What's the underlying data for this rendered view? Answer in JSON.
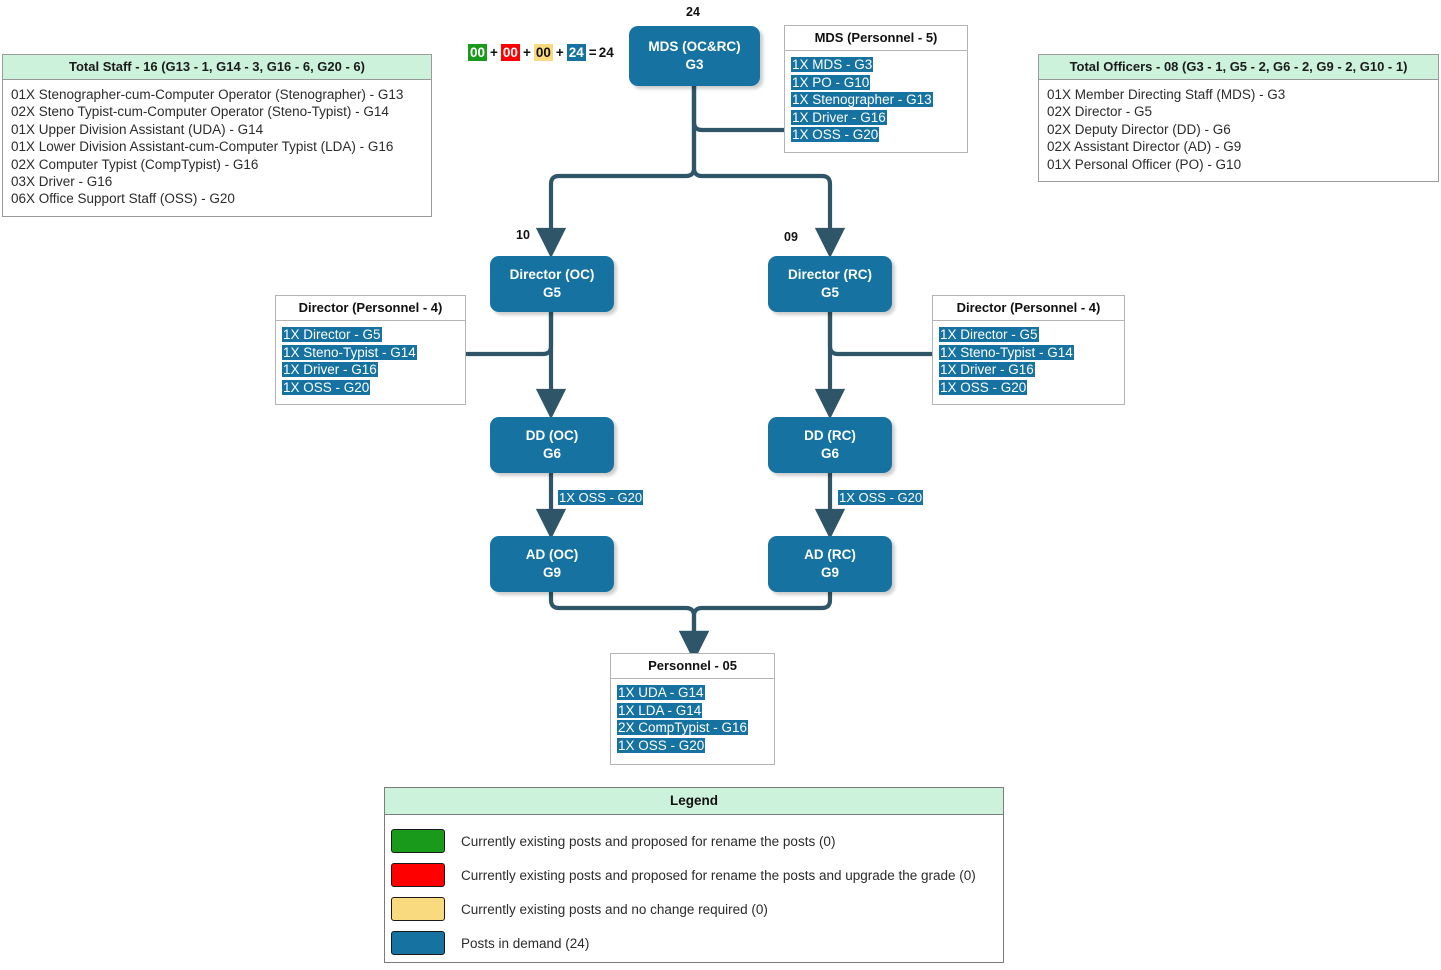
{
  "formula": {
    "parts": [
      {
        "value": "00",
        "bg": "#1a9a1a",
        "fg": "#ffffff"
      },
      {
        "value": "00",
        "bg": "#fe0000",
        "fg": "#ffffff"
      },
      {
        "value": "00",
        "bg": "#fada7e",
        "fg": "#111111"
      },
      {
        "value": "24",
        "bg": "#1572a1",
        "fg": "#ffffff"
      }
    ],
    "plus": "+",
    "equals": "=",
    "total": "24"
  },
  "panels": {
    "total_staff": {
      "title": "Total Staff - 16 (G13 - 1, G14 - 3, G16 - 6, G20 - 6)",
      "lines": [
        "01X Stenographer-cum-Computer Operator (Stenographer) - G13",
        "02X Steno Typist-cum-Computer Operator (Steno-Typist) - G14",
        "01X Upper Division Assistant (UDA) - G14",
        "01X Lower Division Assistant-cum-Computer Typist (LDA) - G16",
        "02X Computer Typist (CompTypist) - G16",
        "03X Driver - G16",
        "06X Office Support Staff (OSS) - G20"
      ]
    },
    "total_officers": {
      "title": "Total Officers - 08 (G3 - 1, G5 - 2, G6 - 2, G9 - 2, G10 - 1)",
      "lines": [
        "01X Member Directing Staff (MDS) - G3",
        "02X Director - G5",
        "02X Deputy Director (DD) - G6",
        "02X Assistant Director (AD) - G9",
        "01X Personal Officer (PO) - G10"
      ]
    }
  },
  "personnel_boxes": {
    "mds": {
      "title": "MDS (Personnel - 5)",
      "items": [
        "1X MDS - G3",
        "1X PO - G10",
        "1X Stenographer - G13",
        "1X Driver - G16",
        "1X OSS - G20"
      ]
    },
    "director_oc": {
      "title": "Director (Personnel - 4)",
      "items": [
        "1X Director - G5",
        "1X Steno-Typist - G14",
        "1X Driver - G16",
        "1X OSS - G20"
      ]
    },
    "director_rc": {
      "title": "Director (Personnel - 4)",
      "items": [
        "1X Director - G5",
        "1X Steno-Typist - G14",
        "1X Driver - G16",
        "1X OSS - G20"
      ]
    },
    "bottom": {
      "title": "Personnel - 05",
      "items": [
        "1X UDA - G14",
        "1X LDA - G14",
        "2X CompTypist - G16",
        "1X OSS - G20"
      ]
    }
  },
  "nodes": {
    "mds": {
      "line1": "MDS (OC&RC)",
      "line2": "G3"
    },
    "director_oc": {
      "line1": "Director (OC)",
      "line2": "G5"
    },
    "director_rc": {
      "line1": "Director (RC)",
      "line2": "G5"
    },
    "dd_oc": {
      "line1": "DD (OC)",
      "line2": "G6"
    },
    "dd_rc": {
      "line1": "DD (RC)",
      "line2": "G6"
    },
    "ad_oc": {
      "line1": "AD (OC)",
      "line2": "G9"
    },
    "ad_rc": {
      "line1": "AD (RC)",
      "line2": "G9"
    }
  },
  "edges": {
    "mds_count": "24",
    "director_oc_count": "10",
    "director_rc_count": "09",
    "dd_oc_label": "1X OSS - G20",
    "dd_rc_label": "1X OSS - G20"
  },
  "legend": {
    "title": "Legend",
    "rows": [
      {
        "color": "#1a9a1a",
        "text": "Currently existing posts and proposed for rename the posts (0)"
      },
      {
        "color": "#fe0000",
        "text": "Currently existing posts and proposed for rename the posts and upgrade the grade (0)"
      },
      {
        "color": "#fada7e",
        "text": "Currently existing posts and no change required (0)"
      },
      {
        "color": "#1572a1",
        "text": "Posts in demand (24)"
      }
    ]
  },
  "colors": {
    "node_fill": "#1572a1",
    "connector": "#2f5668",
    "panel_header": "#cdf2dc",
    "highlight": "#1572a1"
  }
}
